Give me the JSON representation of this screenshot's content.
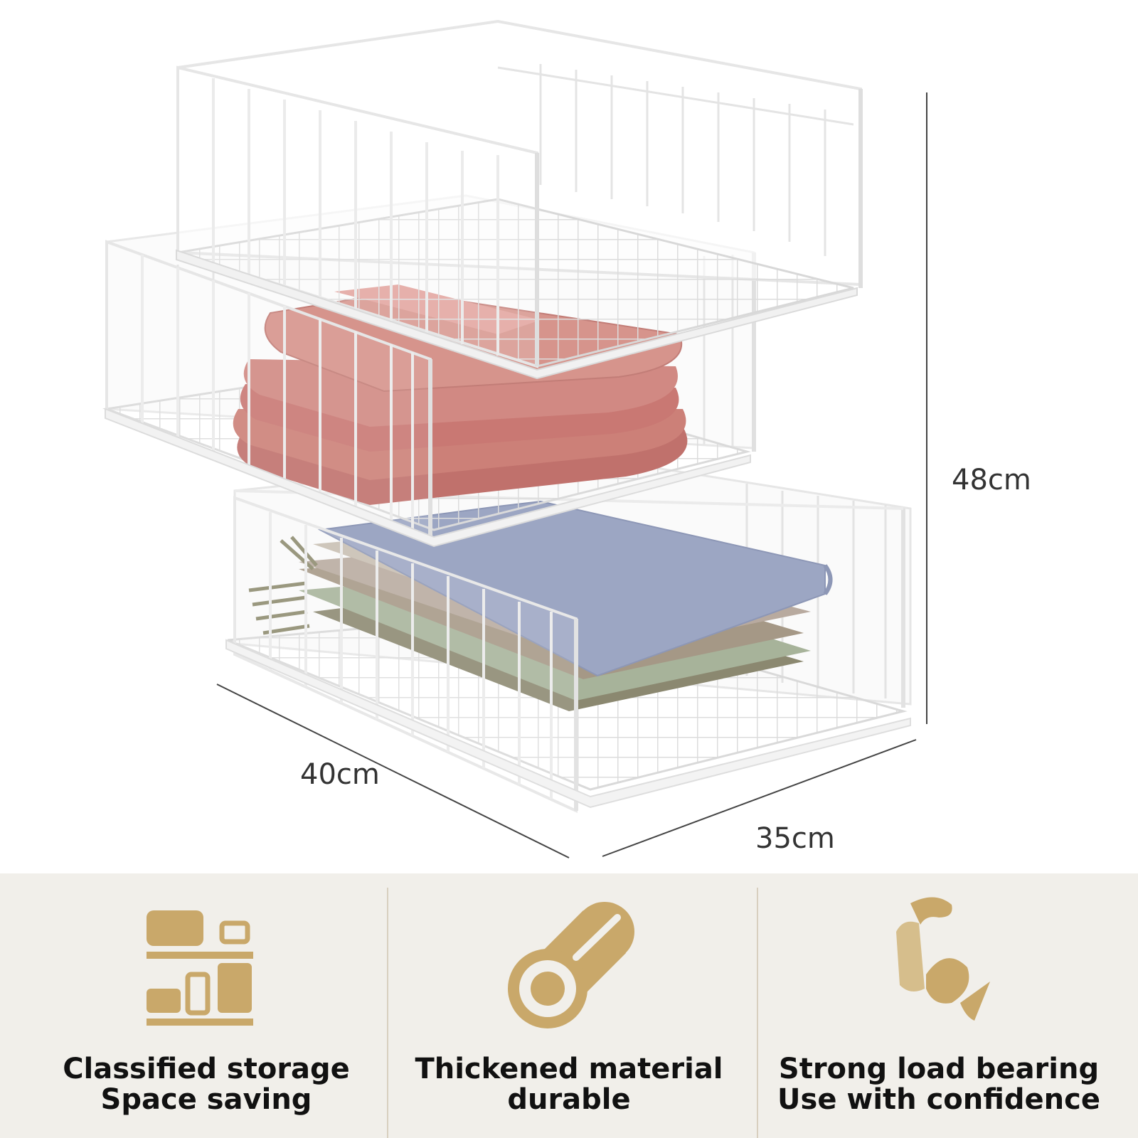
{
  "dimensions": {
    "height": "48cm",
    "depth": "40cm",
    "width": "35cm"
  },
  "features": [
    {
      "icon": "storage-shelves-icon",
      "line1": "Classified storage",
      "line2": "Space saving"
    },
    {
      "icon": "rolled-material-icon",
      "line1": "Thickened material",
      "line2": "durable"
    },
    {
      "icon": "strong-arm-icon",
      "line1": "Strong load bearing",
      "line2": "Use with confidence"
    }
  ],
  "colors": {
    "gold": "#c9a86a",
    "panel": "#f1efea",
    "pink": "#c97d77",
    "blue": "#9ca6c3"
  }
}
